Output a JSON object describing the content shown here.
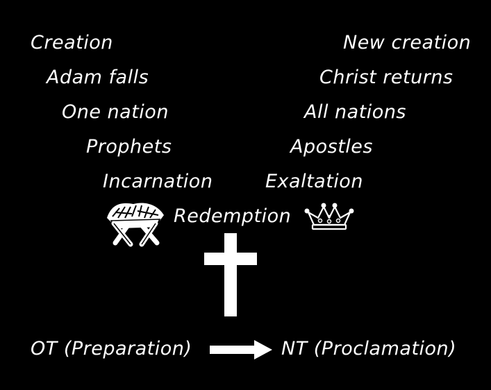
{
  "left_column": [
    "Creation",
    "Adam falls",
    "One nation",
    "Prophets",
    "Incarnation"
  ],
  "right_column": [
    "New creation",
    "Christ returns",
    "All nations",
    "Apostles",
    "Exaltation"
  ],
  "center_label": "Redemption",
  "bottom": {
    "left": "OT (Preparation)",
    "right": "NT (Proclamation)"
  },
  "icons": {
    "left": "manger-icon",
    "right": "crown-icon",
    "center": "cross-icon",
    "connector": "arrow-right-icon"
  },
  "colors": {
    "background": "#000000",
    "foreground": "#ffffff"
  }
}
